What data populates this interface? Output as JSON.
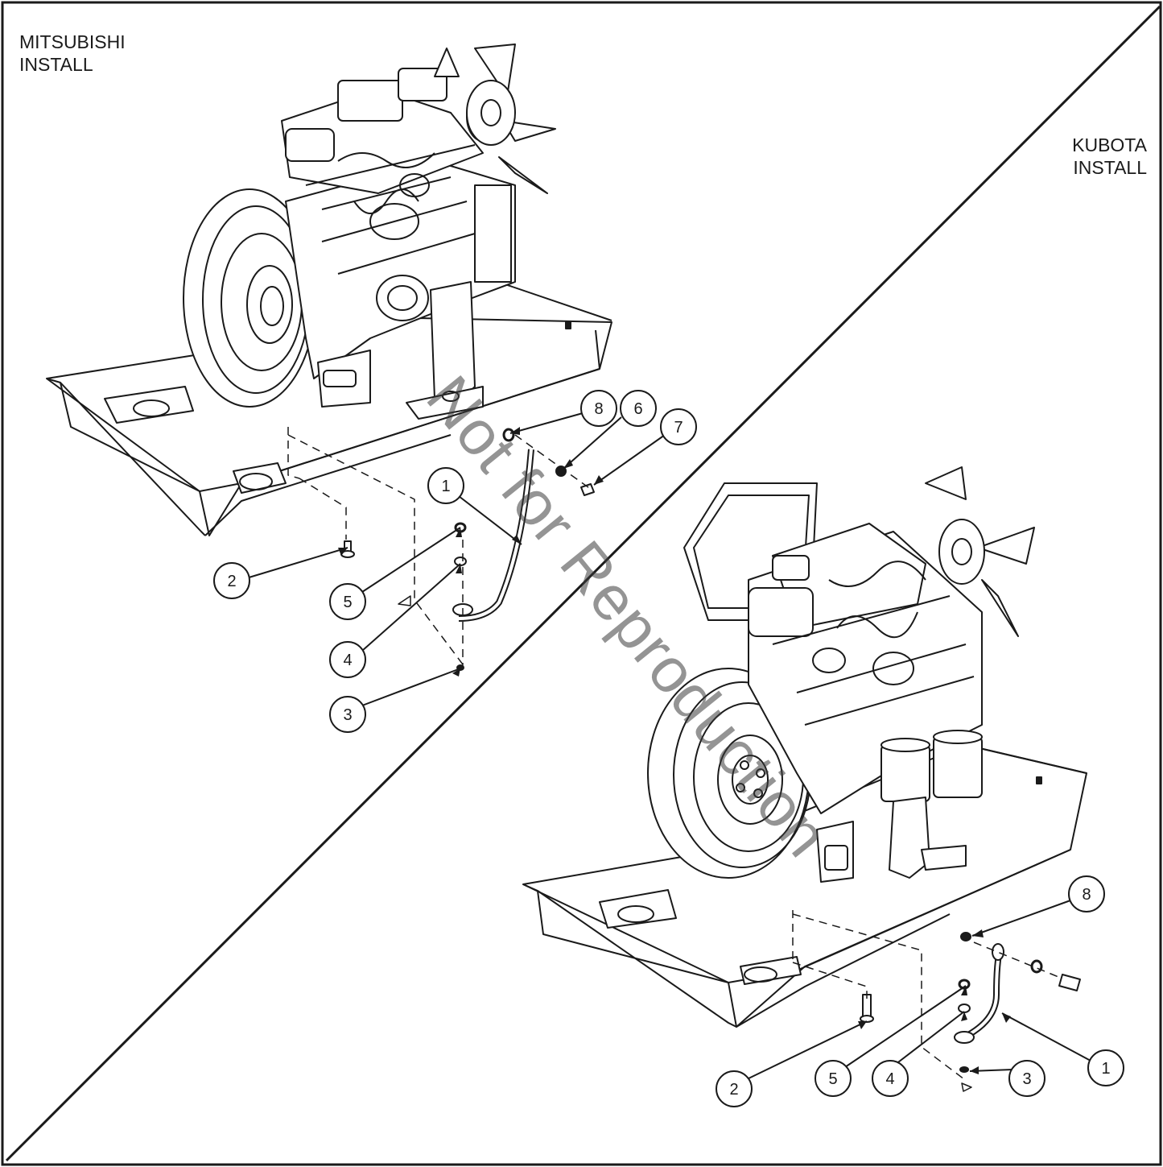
{
  "sections": {
    "left_title": "MITSUBISHI\nINSTALL",
    "right_title": "KUBOTA\nINSTALL"
  },
  "watermark": "Not for Reproduction",
  "callouts": {
    "mitsubishi": [
      "8",
      "6",
      "7",
      "1",
      "2",
      "5",
      "4",
      "3"
    ],
    "kubota": [
      "8",
      "1",
      "2",
      "5",
      "4",
      "3"
    ]
  },
  "colors": {
    "line": "#1a1a1a",
    "background": "#ffffff",
    "watermark": "#3c3c3c"
  }
}
